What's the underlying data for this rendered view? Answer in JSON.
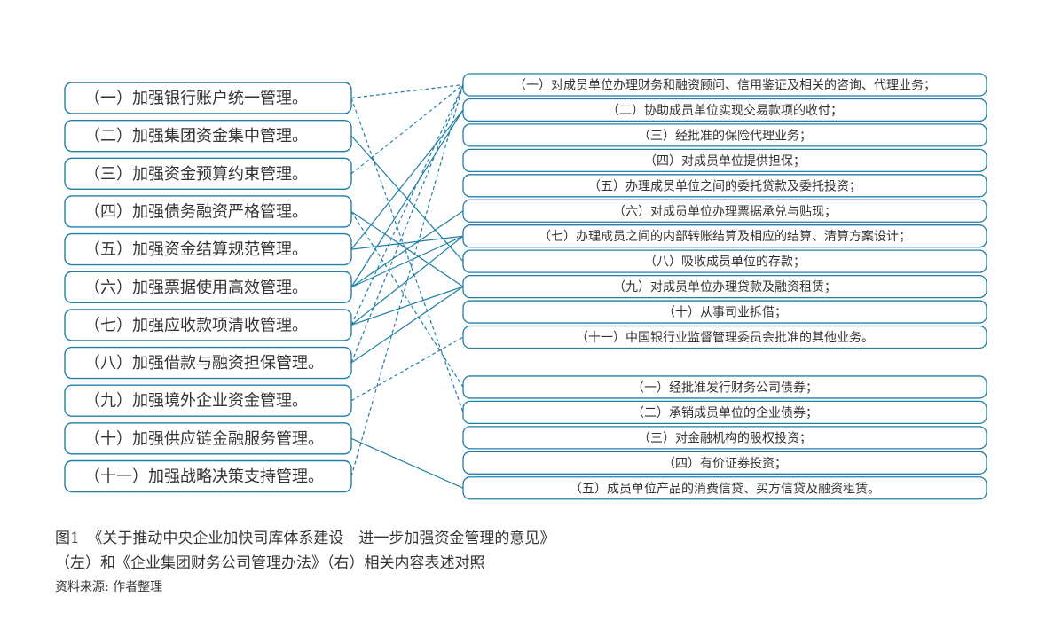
{
  "colors": {
    "box_border": "#1f7fa6",
    "line": "#1f7fa6",
    "text": "#333333",
    "background": "#ffffff"
  },
  "left_items": [
    "（一）加强银行账户统一管理。",
    "（二）加强集团资金集中管理。",
    "（三）加强资金预算约束管理。",
    "（四）加强债务融资严格管理。",
    "（五）加强资金结算规范管理。",
    "（六）加强票据使用高效管理。",
    "（七）加强应收款项清收管理。",
    "（八）加强借款与融资担保管理。",
    "（九）加强境外企业资金管理。",
    "（十）加强供应链金融服务管理。",
    "（十一）加强战略决策支持管理。"
  ],
  "right_items": [
    "（一）对成员单位办理财务和融资顾问、信用鉴证及相关的咨询、代理业务；",
    "（二）协助成员单位实现交易款项的收付；",
    "（三）经批准的保险代理业务；",
    "（四）对成员单位提供担保；",
    "（五）办理成员单位之间的委托贷款及委托投资；",
    "（六）对成员单位办理票据承兑与贴现；",
    "（七）办理成员之间的内部转账结算及相应的结算、清算方案设计；",
    "（八）吸收成员单位的存款；",
    "（九）对成员单位办理贷款及融资租赁；",
    "（十）从事司业拆借；",
    "（十一）中国银行业监督管理委员会批准的其他业务。",
    "（一）经批准发行财务公司债券；",
    "（二）承销成员单位的企业债券；",
    "（三）对金融机构的股权投资；",
    "（四）有价证券投资；",
    "（五）成员单位产品的消费信贷、买方信贷及融资租赁。"
  ],
  "connections": [
    {
      "from": 0,
      "to": 0,
      "style": "dashed"
    },
    {
      "from": 0,
      "to": 12,
      "style": "dashed"
    },
    {
      "from": 1,
      "to": 7,
      "style": "solid"
    },
    {
      "from": 2,
      "to": 0,
      "style": "dashed"
    },
    {
      "from": 3,
      "to": 8,
      "style": "solid"
    },
    {
      "from": 3,
      "to": 11,
      "style": "dashed"
    },
    {
      "from": 4,
      "to": 1,
      "style": "solid"
    },
    {
      "from": 4,
      "to": 6,
      "style": "solid"
    },
    {
      "from": 5,
      "to": 1,
      "style": "solid"
    },
    {
      "from": 5,
      "to": 5,
      "style": "solid"
    },
    {
      "from": 5,
      "to": 6,
      "style": "solid"
    },
    {
      "from": 6,
      "to": 0,
      "style": "dashed"
    },
    {
      "from": 6,
      "to": 6,
      "style": "solid"
    },
    {
      "from": 6,
      "to": 8,
      "style": "solid"
    },
    {
      "from": 7,
      "to": 0,
      "style": "dashed"
    },
    {
      "from": 7,
      "to": 8,
      "style": "solid"
    },
    {
      "from": 8,
      "to": 10,
      "style": "dashed"
    },
    {
      "from": 9,
      "to": 15,
      "style": "solid"
    },
    {
      "from": 10,
      "to": 0,
      "style": "dashed"
    }
  ],
  "caption": {
    "line1": "图1　《关于推动中央企业加快司库体系建设　进一步加强资金管理的意见》",
    "line2": "（左）和《企业集团财务公司管理办法》（右）相关内容表述对照",
    "source": "资料来源: 作者整理"
  }
}
